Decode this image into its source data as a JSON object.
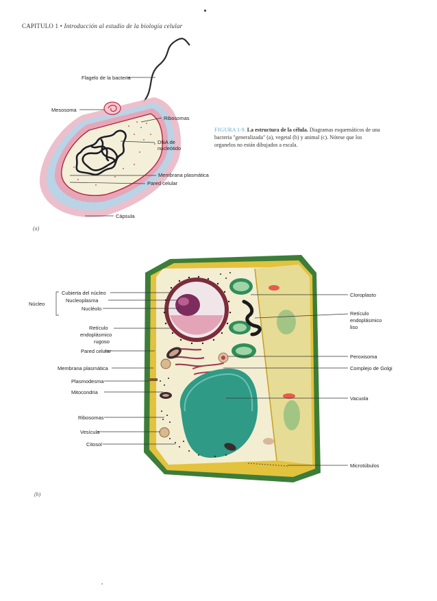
{
  "header": {
    "chapter": "CAPITULO 1",
    "bullet": "•",
    "subtitle": "Introducción al estudio de la biología celular"
  },
  "caption": {
    "figure_number": "FIGURA 1-9.",
    "title": "La estructura de la célula.",
    "body": "Diagramas esquemáticos de una bacteria \"generalizada\" (a), vegetal (b) y animal (c). Nótese que los organelos no están dibujados a escala."
  },
  "panel_a": {
    "panel_label": "(a)",
    "labels": {
      "flagelo": "Flagelo de la bacteria",
      "mesosoma": "Mesosoma",
      "ribosomas": "Ribosomas",
      "dna_line1": "DNA de",
      "dna_line2": "nucleótido",
      "membrana": "Membrana plasmática",
      "pared": "Pared celular",
      "capsula": "Cápsula"
    }
  },
  "panel_b": {
    "panel_label": "(b)",
    "nucleo_group": "Núcleo",
    "labels_left": {
      "cubierta": "Cubierta del núcleo",
      "nucleoplasma": "Nucleoplasma",
      "nucleolo": "Nucléolo",
      "reticulo_rugoso_1": "Retículo",
      "reticulo_rugoso_2": "endoplásmico",
      "reticulo_rugoso_3": "rugoso",
      "pared": "Pared celular",
      "membrana": "Membrana plasmática",
      "plasmodesma": "Plasmodesma",
      "mitocondria": "Mitocondria",
      "ribosomas": "Ribosomas",
      "vesicula": "Vesícula",
      "citosol": "Citosol"
    },
    "labels_right": {
      "cloroplasto": "Cloroplasto",
      "reticulo_liso_1": "Retículo",
      "reticulo_liso_2": "endoplásmico",
      "reticulo_liso_3": "liso",
      "peroxisoma": "Peroxisoma",
      "golgi": "Complejo de Golgi",
      "vacuola": "Vacuola",
      "microtubulos": "Microtúbulos"
    }
  },
  "colors": {
    "cell_wall_green": "#3c7d3a",
    "wall_yellow": "#e3c23e",
    "cytoplasm": "#f3eed2",
    "vacuole": "#2f9a86",
    "capsule_pink": "#e9b4c3",
    "caption_accent": "#8fc6d8"
  }
}
